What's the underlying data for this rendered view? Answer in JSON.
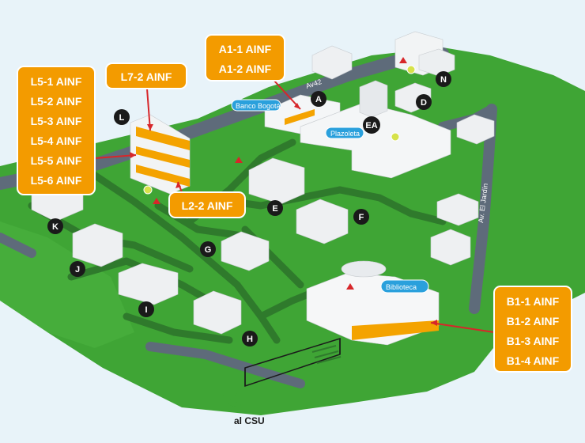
{
  "callouts": {
    "l5": [
      "L5-1 AINF",
      "L5-2 AINF",
      "L5-3 AINF",
      "L5-4 AINF",
      "L5-5 AINF",
      "L5-6 AINF"
    ],
    "l7": [
      "L7-2 AINF"
    ],
    "a1": [
      "A1-1 AINF",
      "A1-2 AINF"
    ],
    "l2": [
      "L2-2 AINF"
    ],
    "b1": [
      "B1-1 AINF",
      "B1-2 AINF",
      "B1-3 AINF",
      "B1-4 AINF"
    ]
  },
  "buildings": {
    "a": "A",
    "d": "D",
    "e": "E",
    "ea": "EA",
    "f": "F",
    "g": "G",
    "h": "H",
    "i": "I",
    "j": "J",
    "k": "K",
    "l": "L",
    "n": "N"
  },
  "labels": {
    "banco": "Banco Bogotá",
    "plazoleta": "Plazoleta",
    "biblioteca": "Biblioteca"
  },
  "roads": {
    "av42": "Av42",
    "el_jardin": "Av. El Jardín"
  },
  "exit": "al CSU",
  "colors": {
    "grass": "#3fa535",
    "path": "#2f7a2c",
    "road": "#5e6b7a",
    "callout": "#f39b00",
    "accent_stripe": "#f4a300",
    "chip": "#2aa0dc",
    "marker": "#d7262a"
  }
}
